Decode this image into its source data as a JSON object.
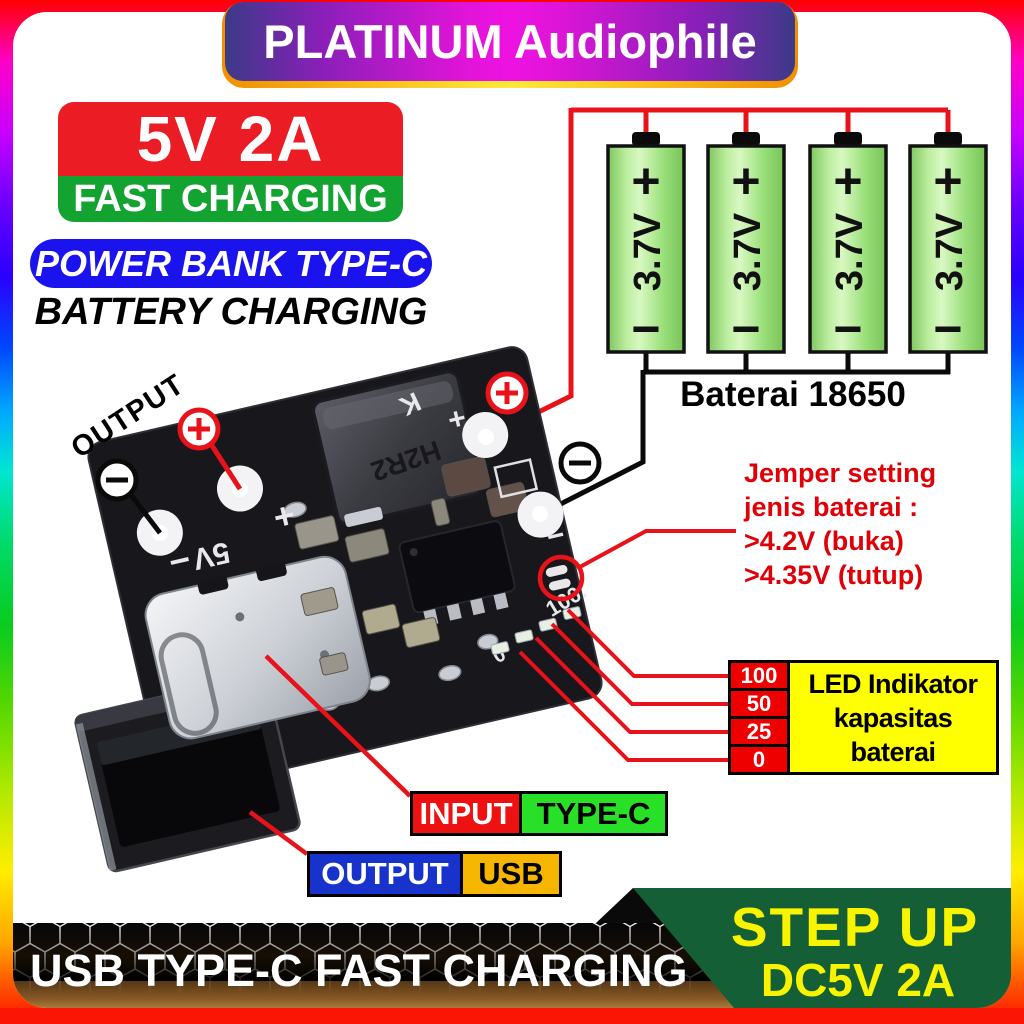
{
  "brand": "PLATINUM Audiophile",
  "badges": {
    "rating": "5V 2A",
    "fast_charging": "FAST CHARGING",
    "power_bank": "POWER BANK TYPE-C",
    "battery_charging": "BATTERY CHARGING"
  },
  "battery_bank": {
    "label": "Baterai 18650",
    "cell_voltage": "3.7V",
    "plus": "+",
    "minus": "−"
  },
  "pcb": {
    "output_label": "OUTPUT",
    "silkscreen": {
      "five_v": "5V",
      "plus": "+",
      "minus": "−",
      "k": "K",
      "hundred": "100.",
      "zero": "0",
      "inductor": "H2R2"
    }
  },
  "jumper_note": {
    "line1": "Jemper setting",
    "line2": "jenis baterai :",
    "line3": ">4.2V (buka)",
    "line4": ">4.35V (tutup)"
  },
  "led_indicator": {
    "values": [
      "100",
      "50",
      "25",
      "0"
    ],
    "label_line1": "LED Indikator",
    "label_line2": "kapasitas",
    "label_line3": "baterai"
  },
  "io": {
    "input_label": "INPUT",
    "input_port": "TYPE-C",
    "output_label": "OUTPUT",
    "output_port": "USB"
  },
  "footer": {
    "headline": "USB TYPE-C FAST CHARGING",
    "step_up": "STEP UP",
    "spec": "DC5V 2A"
  },
  "colors": {
    "accent_red": "#ec1c24",
    "accent_green": "#12a331",
    "accent_blue": "#1b13ee",
    "label_green": "#28e028",
    "label_gold": "#f6b600",
    "led_yellow": "#ffff00",
    "step_green": "#155f36",
    "step_yellow": "#f8f400",
    "wire_red": "#e8121a",
    "wire_black": "#0a0a0a"
  }
}
